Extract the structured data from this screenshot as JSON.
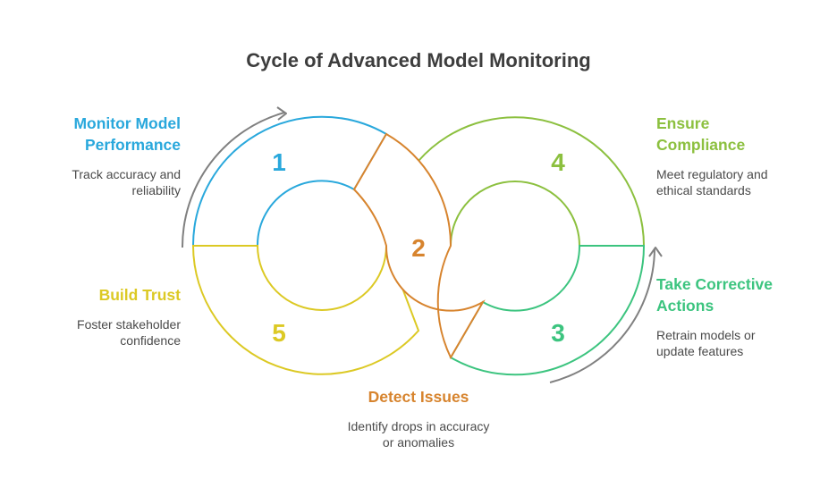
{
  "title": "Cycle of Advanced Model Monitoring",
  "colors": {
    "monitor": "#29a8dc",
    "detect": "#d7842e",
    "corrective": "#3cc47f",
    "compliance": "#8cc03f",
    "trust": "#dcc924",
    "arrow": "#808080"
  },
  "stages": [
    {
      "number": "1",
      "title_line1": "Monitor Model",
      "title_line2": "Performance",
      "desc_line1": "Track accuracy and",
      "desc_line2": "reliability"
    },
    {
      "number": "2",
      "title_line1": "Detect Issues",
      "desc_line1": "Identify drops in accuracy",
      "desc_line2": "or anomalies"
    },
    {
      "number": "3",
      "title_line1": "Take Corrective",
      "title_line2": "Actions",
      "desc_line1": "Retrain models or",
      "desc_line2": "update features"
    },
    {
      "number": "4",
      "title_line1": "Ensure",
      "title_line2": "Compliance",
      "desc_line1": "Meet regulatory and",
      "desc_line2": "ethical standards"
    },
    {
      "number": "5",
      "title_line1": "Build Trust",
      "desc_line1": "Foster stakeholder",
      "desc_line2": "confidence"
    }
  ]
}
